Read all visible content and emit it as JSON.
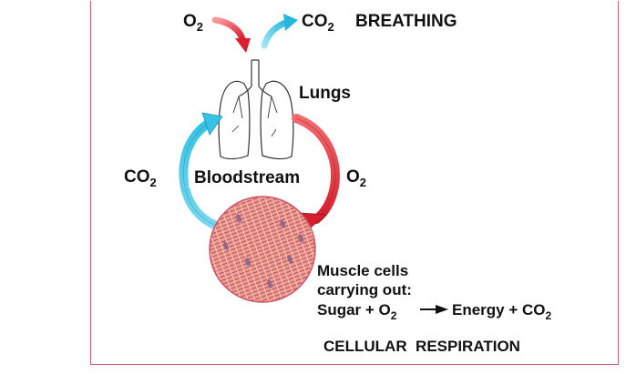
{
  "labels": {
    "o2_top": "O",
    "o2_top_sub": "2",
    "co2_top": "CO",
    "co2_top_sub": "2",
    "breathing": "BREATHING",
    "lungs": "Lungs",
    "co2_left": "CO",
    "co2_left_sub": "2",
    "bloodstream": "Bloodstream",
    "o2_right": "O",
    "o2_right_sub": "2",
    "muscle_line1": "Muscle cells",
    "muscle_line2": "carrying out:",
    "equation_sugar": "Sugar + O",
    "equation_o2_sub": "2",
    "equation_product": "Energy + CO",
    "equation_co2_sub": "2",
    "cellular_respiration": "CELLULAR  RESPIRATION"
  },
  "colors": {
    "oxygen_arrow": "#e8303f",
    "co2_arrow": "#3fc7e6",
    "muscle_fill": "#e79a94",
    "muscle_stripe": "#c85a5a",
    "frame": "#c9566a"
  }
}
